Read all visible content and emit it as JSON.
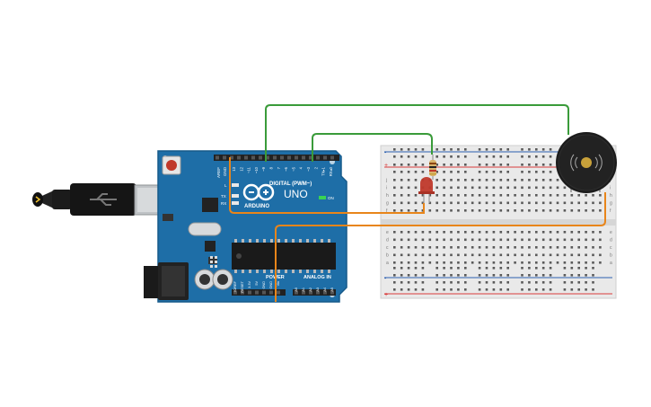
{
  "arduino": {
    "brand": "ARDUINO",
    "model": "UNO",
    "digital_label": "DIGITAL (PWM~)",
    "aref": "AREF",
    "gnd": "GND",
    "digital_pins": [
      "13",
      "12",
      "~11",
      "~10",
      "~9",
      "8",
      "7",
      "~6",
      "~5",
      "4",
      "~3",
      "2",
      "TX▸1",
      "RX◂0"
    ],
    "tx": "TX",
    "rx": "RX",
    "l": "L",
    "on": "ON",
    "power_label": "POWER",
    "analog_label": "ANALOG IN",
    "power_pins": [
      "IOREF",
      "RESET",
      "3.3V",
      "5V",
      "GND",
      "GND",
      "Vin"
    ],
    "analog_pins": [
      "A0",
      "A1",
      "A2",
      "A3",
      "A4",
      "A5"
    ]
  },
  "breadboard": {
    "row_letters_top": [
      "j",
      "i",
      "h",
      "g",
      "f"
    ],
    "row_letters_bottom": [
      "e",
      "d",
      "c",
      "b",
      "a"
    ],
    "plus": "+",
    "minus": "-"
  },
  "wire_colors": {
    "green": "#3a9b3a",
    "orange": "#e8851a",
    "board_blue": "#1e6ea7",
    "rail_red": "#d93a3a",
    "rail_blue": "#2b5fb0"
  }
}
